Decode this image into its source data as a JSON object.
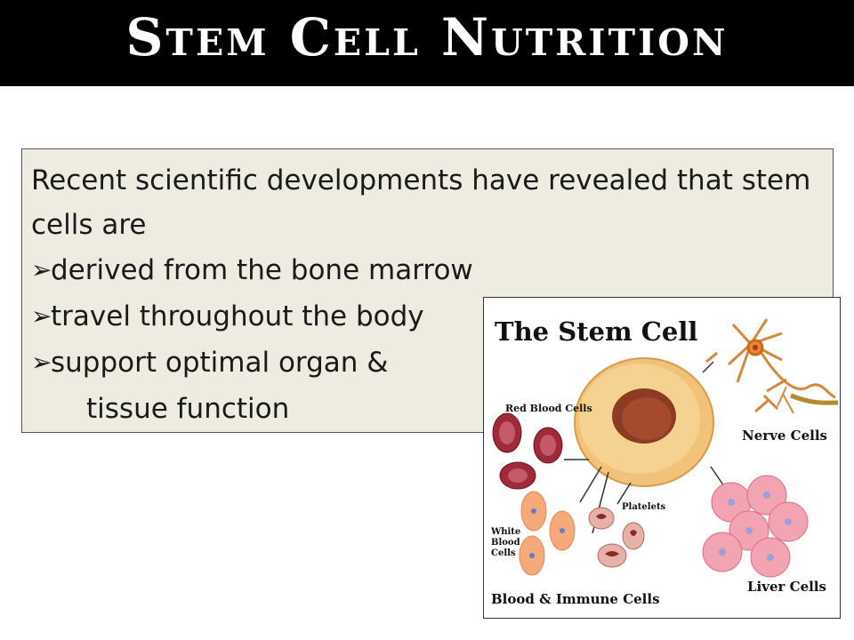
{
  "title": "Stem Cell Nutrition",
  "intro": "Recent scientific developments have revealed that stem cells are",
  "bullets": [
    "derived from the bone marrow",
    "travel throughout the body",
    "support optimal organ &",
    "tissue function"
  ],
  "bullet_icon": "arrow-bullet-icon",
  "figure": {
    "heading": "The Stem Cell",
    "labels": {
      "red_blood": "Red Blood Cells",
      "nerve": "Nerve Cells",
      "platelets": "Platelets",
      "white_blood_1": "White",
      "white_blood_2": "Blood",
      "white_blood_3": "Cells",
      "liver": "Liver Cells",
      "blood_immune": "Blood & Immune Cells"
    }
  },
  "colors": {
    "title_bar": "#000000",
    "box_bg": "#eeece1"
  }
}
